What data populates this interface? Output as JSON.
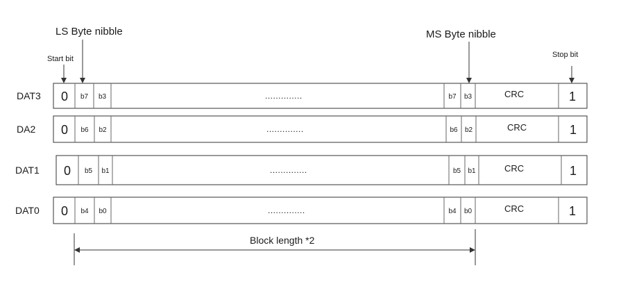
{
  "annotations": {
    "ls_byte_nibble": "LS Byte nibble",
    "ms_byte_nibble": "MS Byte nibble",
    "start_bit": "Start bit",
    "stop_bit": "Stop bit",
    "block_length": "Block length *2"
  },
  "rows": [
    {
      "label": "DAT3",
      "start": "0",
      "first_pair": [
        "b7",
        "b3"
      ],
      "dots": "..............",
      "last_pair": [
        "b7",
        "b3"
      ],
      "crc": "CRC",
      "stop": "1"
    },
    {
      "label": "DA2",
      "start": "0",
      "first_pair": [
        "b6",
        "b2"
      ],
      "dots": "..............",
      "last_pair": [
        "b6",
        "b2"
      ],
      "crc": "CRC",
      "stop": "1"
    },
    {
      "label": "DAT1",
      "start": "0",
      "first_pair": [
        "b5",
        "b1"
      ],
      "dots": "..............",
      "last_pair": [
        "b5",
        "b1"
      ],
      "crc": "CRC",
      "stop": "1"
    },
    {
      "label": "DAT0",
      "start": "0",
      "first_pair": [
        "b4",
        "b0"
      ],
      "dots": "..............",
      "last_pair": [
        "b4",
        "b0"
      ],
      "crc": "CRC",
      "stop": "1"
    }
  ],
  "colors": {
    "line": "#333333",
    "text": "#1a1a1a",
    "background": "#ffffff"
  }
}
